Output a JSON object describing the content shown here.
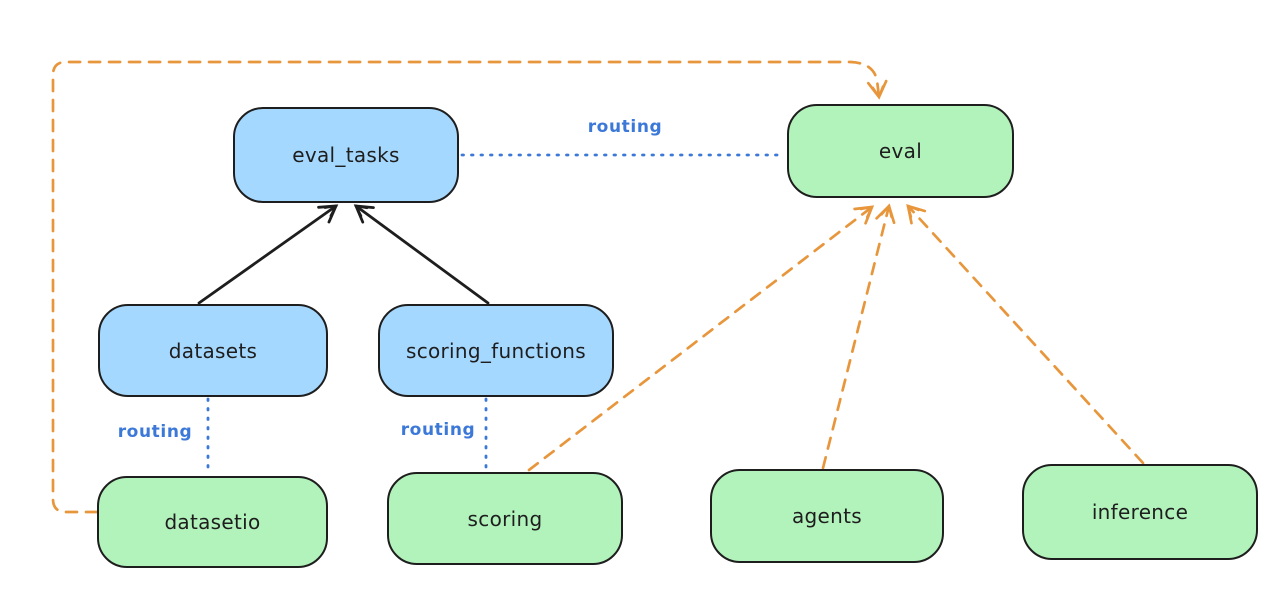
{
  "diagram": {
    "nodes": {
      "eval_tasks": {
        "label": "eval_tasks",
        "kind": "api"
      },
      "eval": {
        "label": "eval",
        "kind": "provider"
      },
      "datasets": {
        "label": "datasets",
        "kind": "api"
      },
      "scoring_functions": {
        "label": "scoring_functions",
        "kind": "api"
      },
      "datasetio": {
        "label": "datasetio",
        "kind": "provider"
      },
      "scoring": {
        "label": "scoring",
        "kind": "provider"
      },
      "agents": {
        "label": "agents",
        "kind": "provider"
      },
      "inference": {
        "label": "inference",
        "kind": "provider"
      }
    },
    "edges": [
      {
        "from": "datasets",
        "to": "eval_tasks",
        "style": "solid-arrow",
        "color": "black",
        "label": ""
      },
      {
        "from": "scoring_functions",
        "to": "eval_tasks",
        "style": "solid-arrow",
        "color": "black",
        "label": ""
      },
      {
        "from": "eval_tasks",
        "to": "eval",
        "style": "dotted",
        "color": "blue",
        "label": "routing"
      },
      {
        "from": "datasets",
        "to": "datasetio",
        "style": "dotted",
        "color": "blue",
        "label": "routing"
      },
      {
        "from": "scoring_functions",
        "to": "scoring",
        "style": "dotted",
        "color": "blue",
        "label": "routing"
      },
      {
        "from": "datasetio",
        "to": "eval",
        "style": "dashed-arrow",
        "color": "orange",
        "label": ""
      },
      {
        "from": "scoring",
        "to": "eval",
        "style": "dashed-arrow",
        "color": "orange",
        "label": ""
      },
      {
        "from": "agents",
        "to": "eval",
        "style": "dashed-arrow",
        "color": "orange",
        "label": ""
      },
      {
        "from": "inference",
        "to": "eval",
        "style": "dashed-arrow",
        "color": "orange",
        "label": ""
      }
    ]
  },
  "colors": {
    "background": "#ffffff",
    "stroke": "#1e1e1e",
    "api_fill": "#a5d8ff",
    "provider_fill": "#b2f2bb",
    "routing_blue": "#3b78d8",
    "arrow_orange": "#e8963c"
  }
}
